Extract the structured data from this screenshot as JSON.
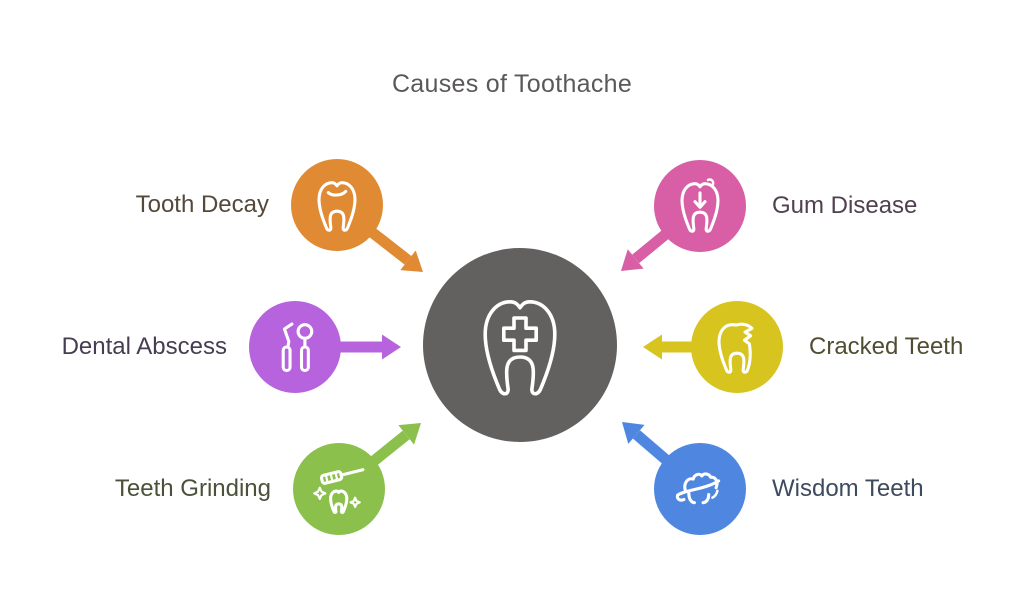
{
  "title": "Causes of Toothache",
  "center": {
    "icon": "tooth-with-cross-icon",
    "color": "#636060",
    "icon_color": "#ffffff"
  },
  "items": [
    {
      "label": "Tooth Decay",
      "slot": "top-left",
      "color": "#e08a33",
      "label_color": "#55493c",
      "icon": "decayed-tooth-icon"
    },
    {
      "label": "Gum Disease",
      "slot": "top-right",
      "color": "#d85fa6",
      "label_color": "#514050",
      "icon": "gum-disease-tooth-icon"
    },
    {
      "label": "Dental Abscess",
      "slot": "middle-left",
      "color": "#b863de",
      "label_color": "#473d52",
      "icon": "dental-tools-icon"
    },
    {
      "label": "Cracked Teeth",
      "slot": "middle-right",
      "color": "#d7c41f",
      "label_color": "#514d33",
      "icon": "cracked-tooth-icon"
    },
    {
      "label": "Teeth Grinding",
      "slot": "bottom-left",
      "color": "#8cc04c",
      "label_color": "#4b5239",
      "icon": "tooth-brushing-icon"
    },
    {
      "label": "Wisdom Teeth",
      "slot": "bottom-right",
      "color": "#4f87e0",
      "label_color": "#3e4a5e",
      "icon": "wisdom-tooth-icon"
    }
  ]
}
